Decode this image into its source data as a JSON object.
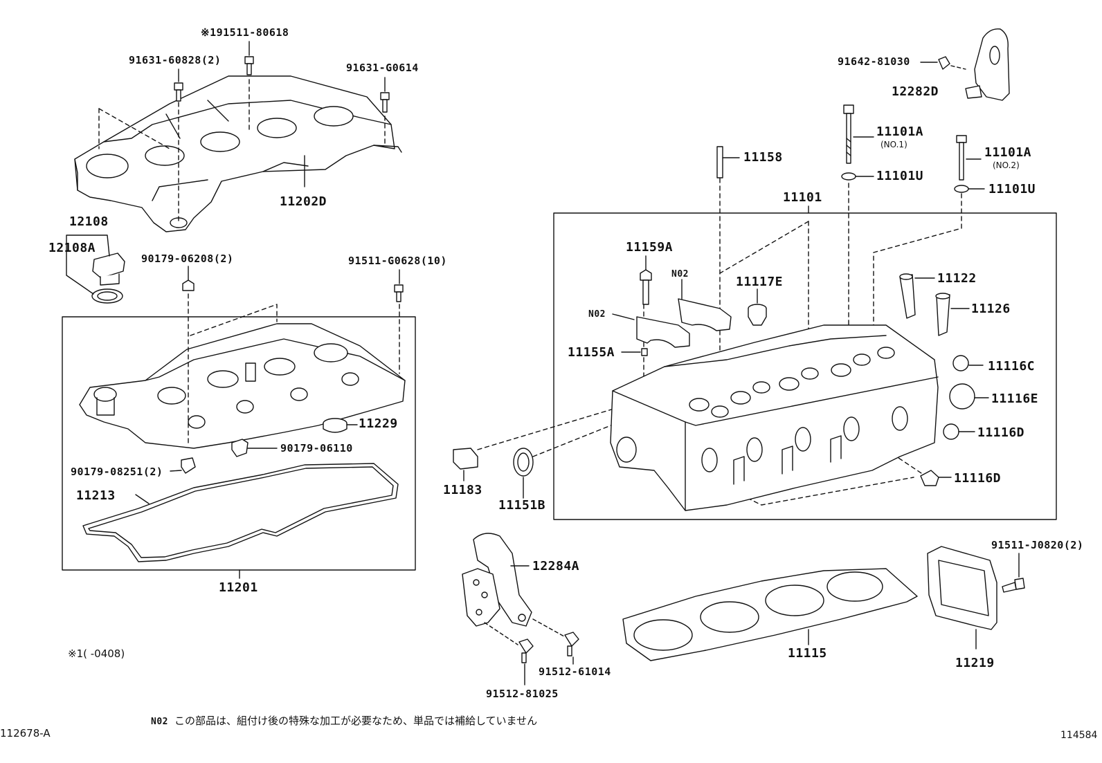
{
  "labels": {
    "p_191511_80618": "※191511-80618",
    "p_91631_60828": "91631-60828(2)",
    "p_91631_G0614": "91631-G0614",
    "p_11202D": "11202D",
    "p_12108": "12108",
    "p_12108A": "12108A",
    "p_90179_06208": "90179-06208(2)",
    "p_91511_G0628": "91511-G0628(10)",
    "p_11229": "11229",
    "p_90179_06110": "90179-06110",
    "p_90179_08251": "90179-08251(2)",
    "p_11213": "11213",
    "p_11201": "11201",
    "p_91642_81030": "91642-81030",
    "p_12282D": "12282D",
    "p_11101A_1": "11101A",
    "p_no1": "(NO.1)",
    "p_11101A_2": "11101A",
    "p_no2": "(NO.2)",
    "p_11158": "11158",
    "p_11101U_1": "11101U",
    "p_11101U_2": "11101U",
    "p_11101": "11101",
    "p_11159A": "11159A",
    "p_N02_a": "N02",
    "p_N02_b": "N02",
    "p_11117E": "11117E",
    "p_11122": "11122",
    "p_11126": "11126",
    "p_11155A": "11155A",
    "p_11116C": "11116C",
    "p_11116E": "11116E",
    "p_11116D_1": "11116D",
    "p_11116D_2": "11116D",
    "p_11183": "11183",
    "p_11151B": "11151B",
    "p_12284A": "12284A",
    "p_91511_J0820": "91511-J0820(2)",
    "p_11115": "11115",
    "p_11219": "11219",
    "p_91512_61014": "91512-61014",
    "p_91512_81025": "91512-81025"
  },
  "footnote": "※1(      -0408)",
  "note_code": "N02",
  "note_text": "この部品は、組付け後の特殊な加工が必要なため、単品では補給していません",
  "ref_left": "112678-A",
  "ref_right": "114584"
}
